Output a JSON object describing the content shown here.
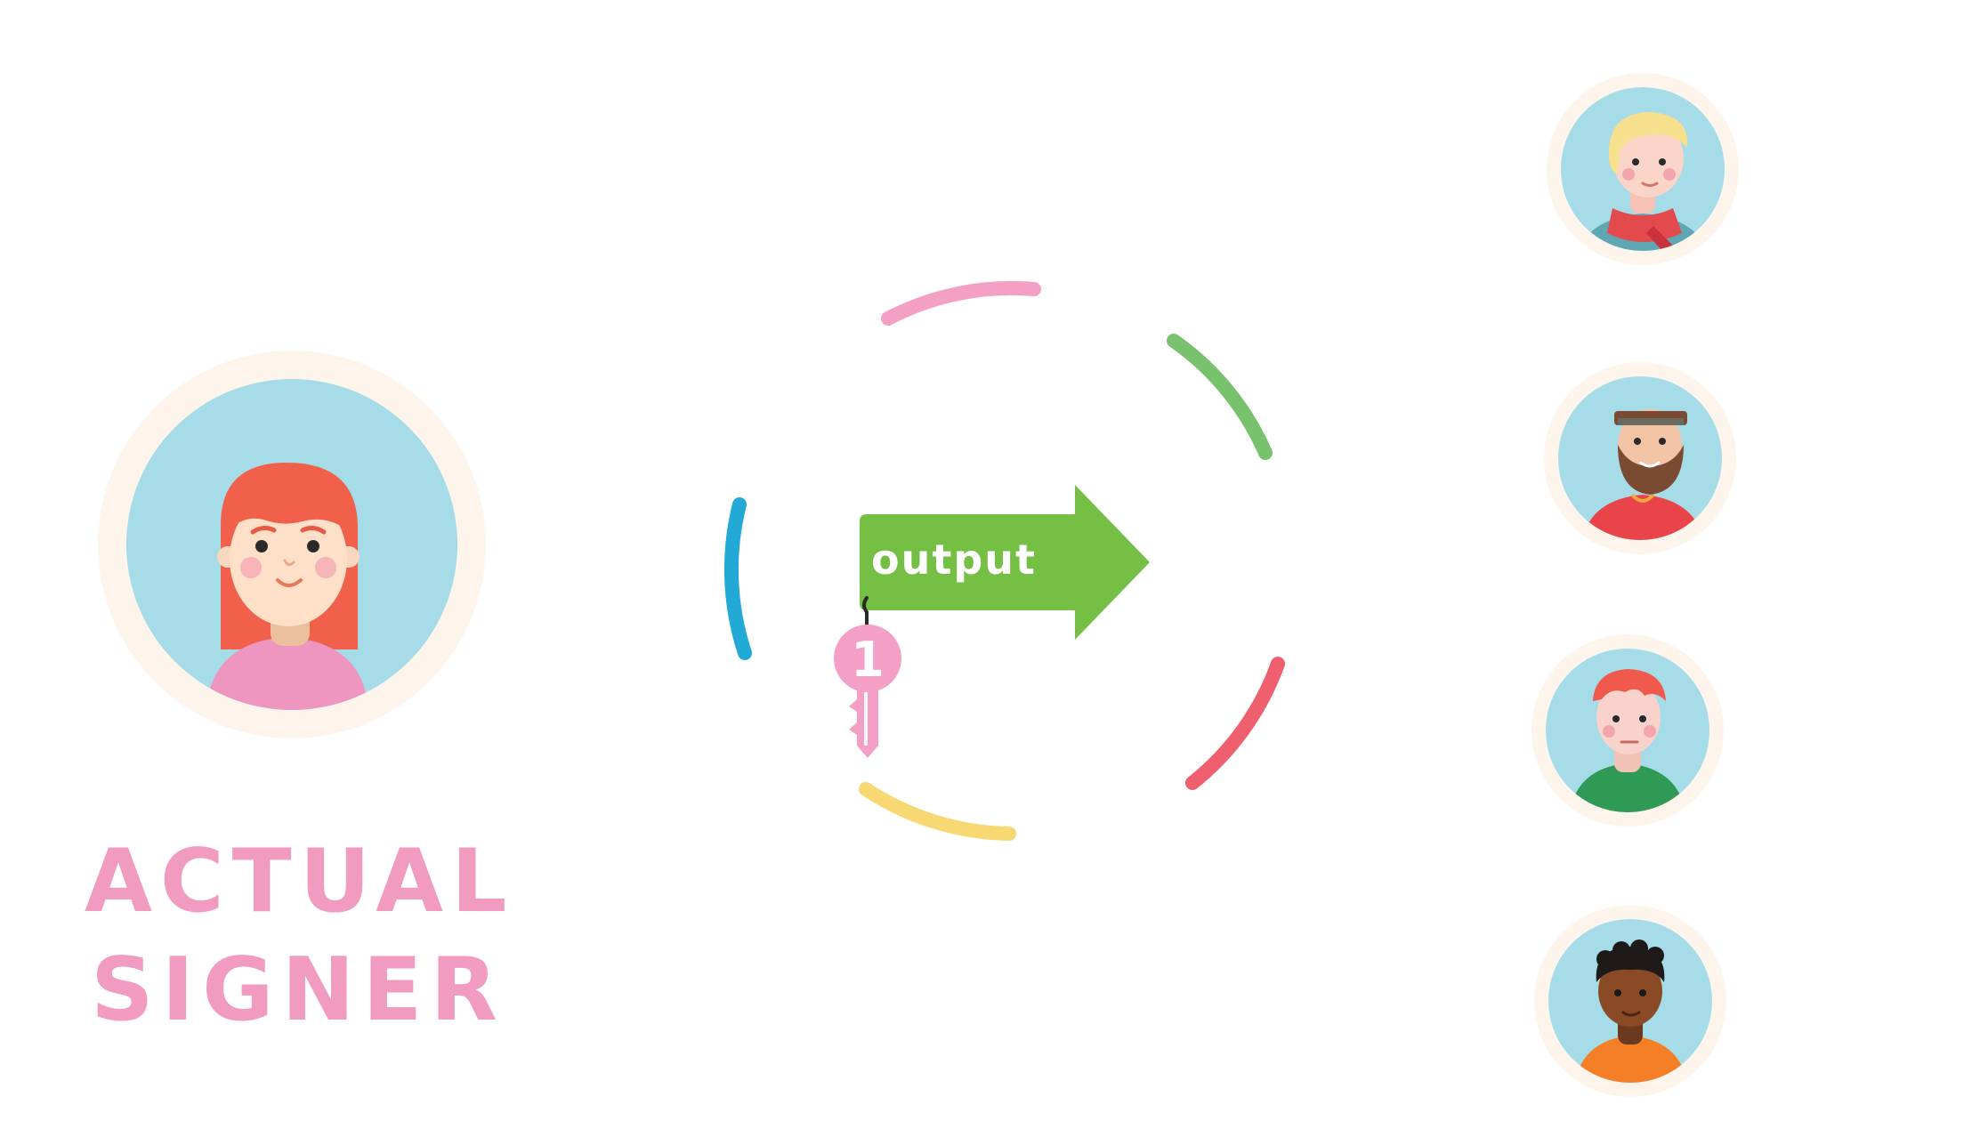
{
  "actual_signer": {
    "label_line1": "ACTUAL",
    "label_line2": "SIGNER"
  },
  "transaction": {
    "output_label": "output",
    "key_number": "1"
  },
  "ring_arc_colors": [
    "#f49fc4",
    "#78c16d",
    "#ef5f6d",
    "#f7d872",
    "#22a9d6"
  ],
  "colors": {
    "avatar_background": "#a6dbe8",
    "avatar_halo": "#fdf5ec",
    "label_pink": "#f09bbf",
    "arrow_green": "#74bf44",
    "key_pink": "#f4a0c6"
  },
  "ring_members": [
    {
      "name": "blond-man-with-red-scarf"
    },
    {
      "name": "bearded-man-with-hat"
    },
    {
      "name": "red-haired-man-in-green"
    },
    {
      "name": "dark-skinned-man-in-orange"
    }
  ]
}
